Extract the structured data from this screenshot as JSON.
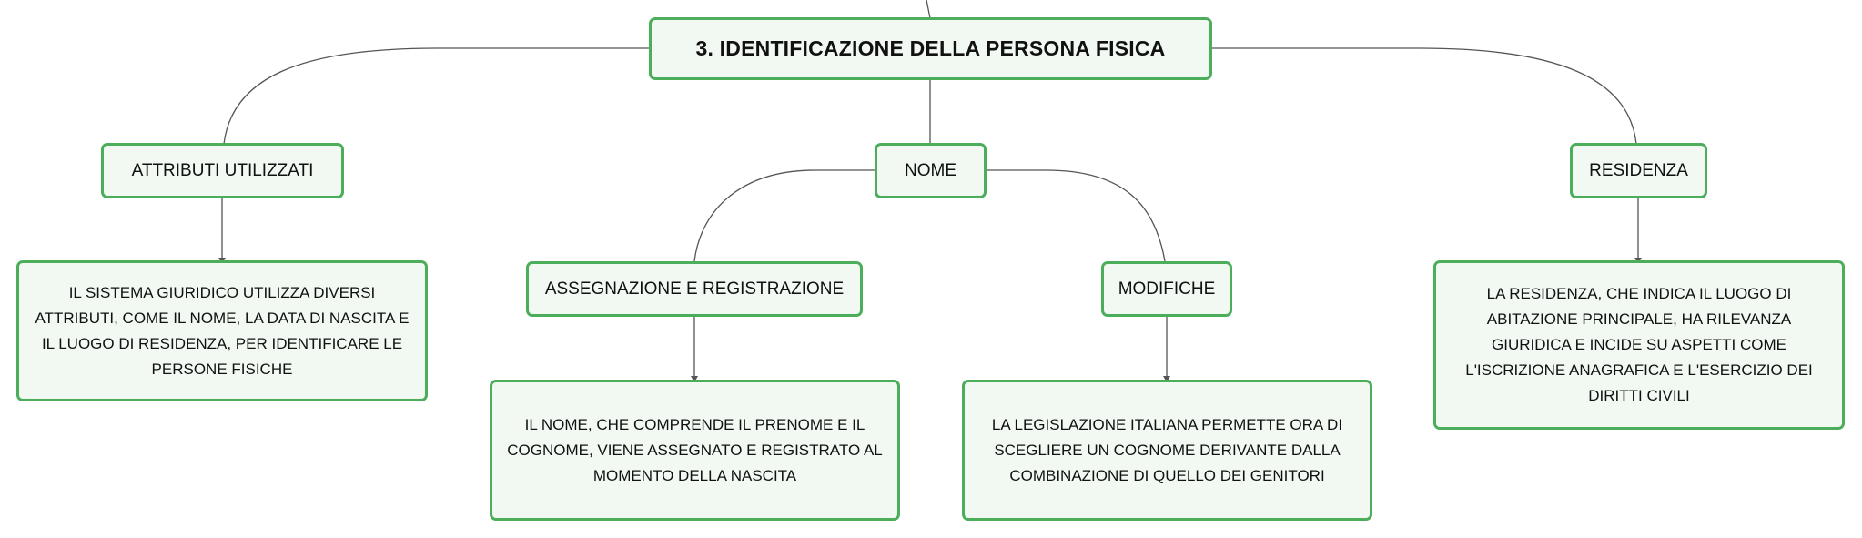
{
  "colors": {
    "node_border": "#4cae5a",
    "node_fill": "#f1f9f2",
    "connector": "#555555",
    "text": "#111111"
  },
  "map": {
    "root": "3. IDENTIFICAZIONE DELLA PERSONA FISICA",
    "attributi": {
      "label": "ATTRIBUTI UTILIZZATI",
      "detail": "IL SISTEMA GIURIDICO UTILIZZA DIVERSI ATTRIBUTI, COME IL NOME, LA DATA DI NASCITA E IL LUOGO DI RESIDENZA, PER IDENTIFICARE LE PERSONE FISICHE"
    },
    "nome": {
      "label": "NOME",
      "assegnazione": {
        "label": "ASSEGNAZIONE E REGISTRAZIONE",
        "detail": "IL NOME, CHE COMPRENDE IL PRENOME E IL COGNOME, VIENE ASSEGNATO E REGISTRATO AL MOMENTO DELLA NASCITA"
      },
      "modifiche": {
        "label": "MODIFICHE",
        "detail": "LA LEGISLAZIONE ITALIANA PERMETTE ORA DI SCEGLIERE UN COGNOME DERIVANTE DALLA COMBINAZIONE DI QUELLO DEI GENITORI"
      }
    },
    "residenza": {
      "label": "RESIDENZA",
      "detail": "LA RESIDENZA, CHE INDICA IL LUOGO DI ABITAZIONE PRINCIPALE, HA RILEVANZA GIURIDICA E INCIDE SU ASPETTI COME L'ISCRIZIONE ANAGRAFICA E L'ESERCIZIO DEI DIRITTI CIVILI"
    }
  }
}
